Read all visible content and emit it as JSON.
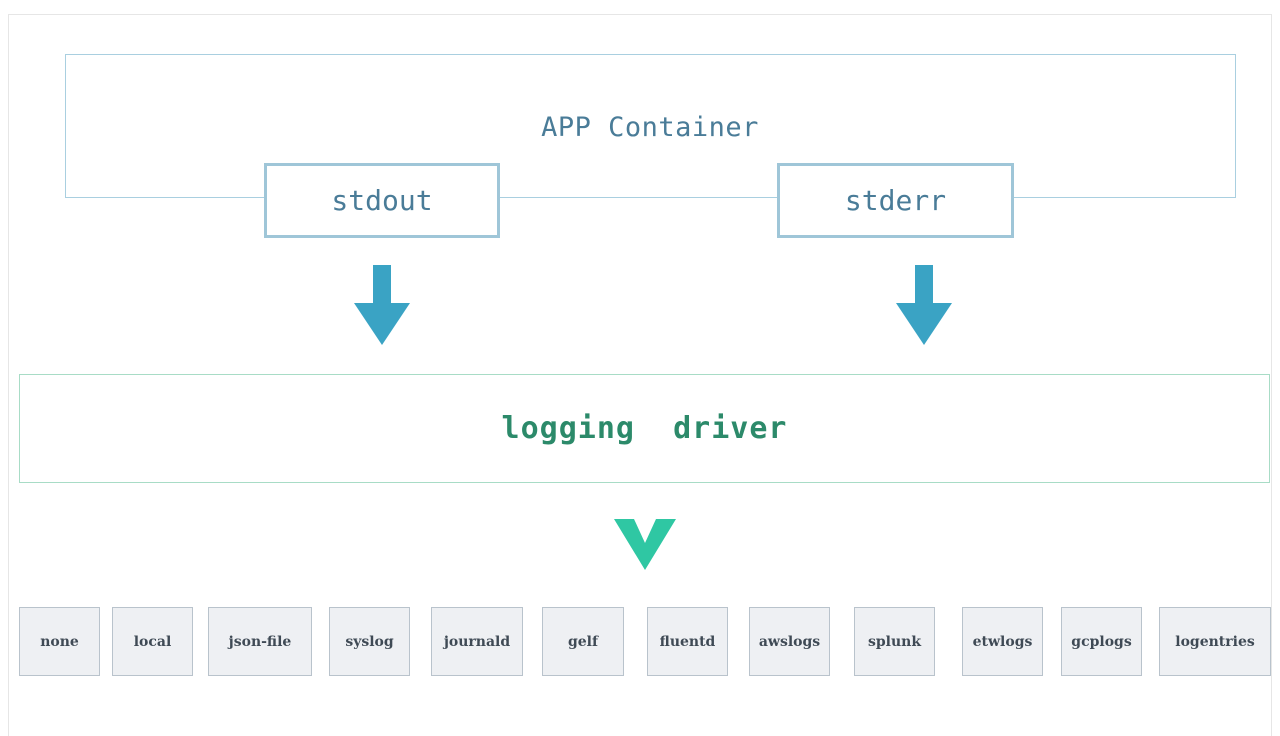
{
  "app_container": {
    "label": "APP Container"
  },
  "streams": {
    "stdout": "stdout",
    "stderr": "stderr"
  },
  "logging_driver": {
    "label": "logging  driver"
  },
  "drivers": [
    "none",
    "local",
    "json-file",
    "syslog",
    "journald",
    "gelf",
    "fluentd",
    "awslogs",
    "splunk",
    "etwlogs",
    "gcplogs",
    "logentries"
  ],
  "colors": {
    "container_border": "#a9cfe0",
    "stream_text": "#4a7c98",
    "arrow_blue": "#3aa3c4",
    "driver_border": "#a8dcc6",
    "driver_text": "#2c8a6a",
    "chevron_green": "#2fc7a3",
    "item_bg": "#eef0f3",
    "item_border": "#b9c3cc"
  }
}
